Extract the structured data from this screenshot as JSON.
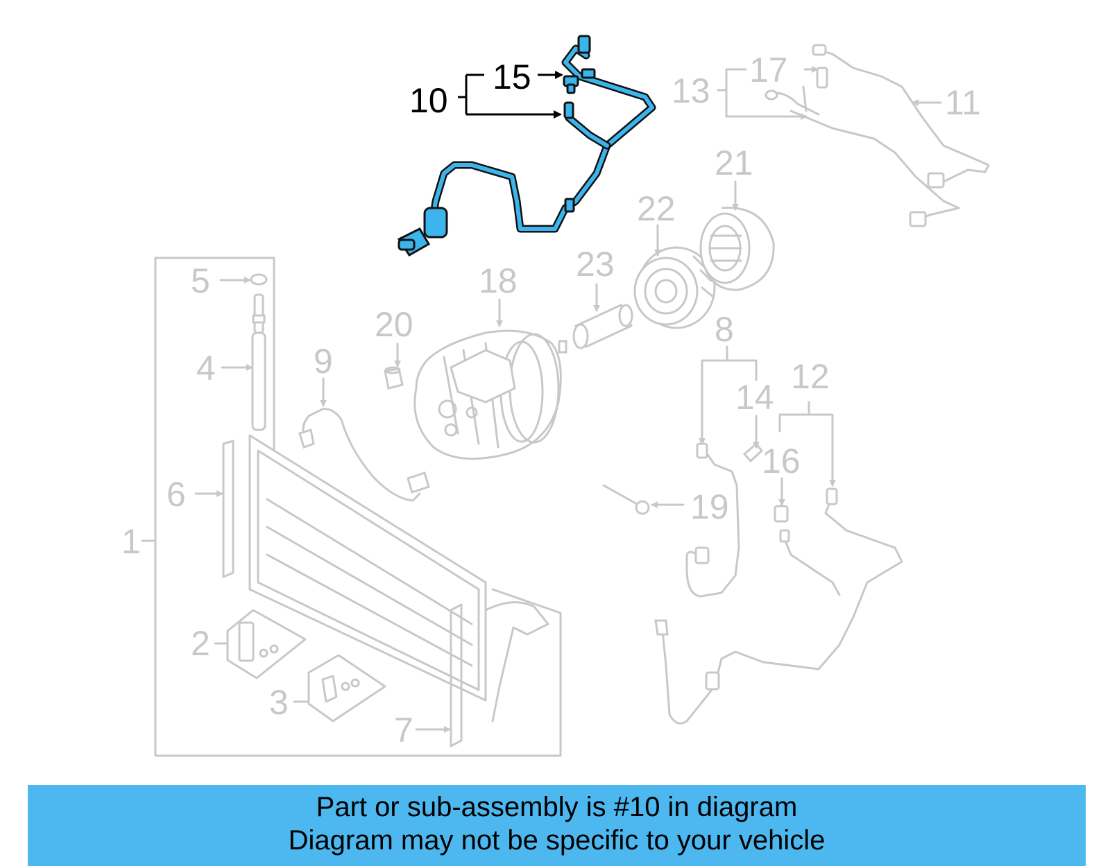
{
  "highlight_color": "#4cb8ef",
  "inactive_color": "#c8c8c8",
  "highlighted_part": "10",
  "labels": {
    "l1": "1",
    "l2": "2",
    "l3": "3",
    "l4": "4",
    "l5": "5",
    "l6": "6",
    "l7": "7",
    "l8": "8",
    "l9": "9",
    "l10": "10",
    "l11": "11",
    "l12": "12",
    "l13": "13",
    "l14": "14",
    "l15": "15",
    "l16": "16",
    "l17": "17",
    "l18": "18",
    "l19": "19",
    "l20": "20",
    "l21": "21",
    "l22": "22",
    "l23": "23"
  },
  "banner": {
    "line1": "Part or sub-assembly is #10 in diagram",
    "line2": "Diagram may not be specific to your vehicle"
  }
}
